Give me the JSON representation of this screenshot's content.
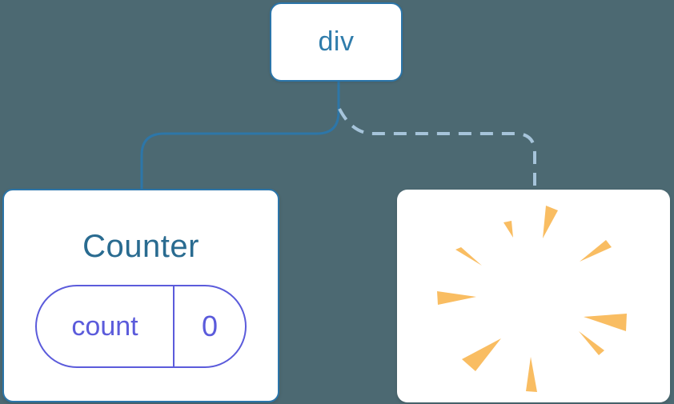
{
  "tree": {
    "root_label": "div",
    "counter": {
      "title": "Counter",
      "state_key": "count",
      "state_value": "0"
    },
    "removed_node": {
      "icon": "poof-burst-icon",
      "meaning": "component removed / state destroyed"
    }
  },
  "connectors": {
    "solid": "div to Counter (kept)",
    "dashed": "div to removed child (gone)"
  },
  "colors": {
    "background": "#4C6972",
    "card_background": "#FFFFFF",
    "node_border": "#2B75A9",
    "solid_connector": "#2D76A8",
    "dashed_connector": "#A6C4DA",
    "root_label_text": "#2F7CAB",
    "counter_title_text": "#296B90",
    "state_accent": "#5B5BDB",
    "burst": "#F9BD62"
  }
}
